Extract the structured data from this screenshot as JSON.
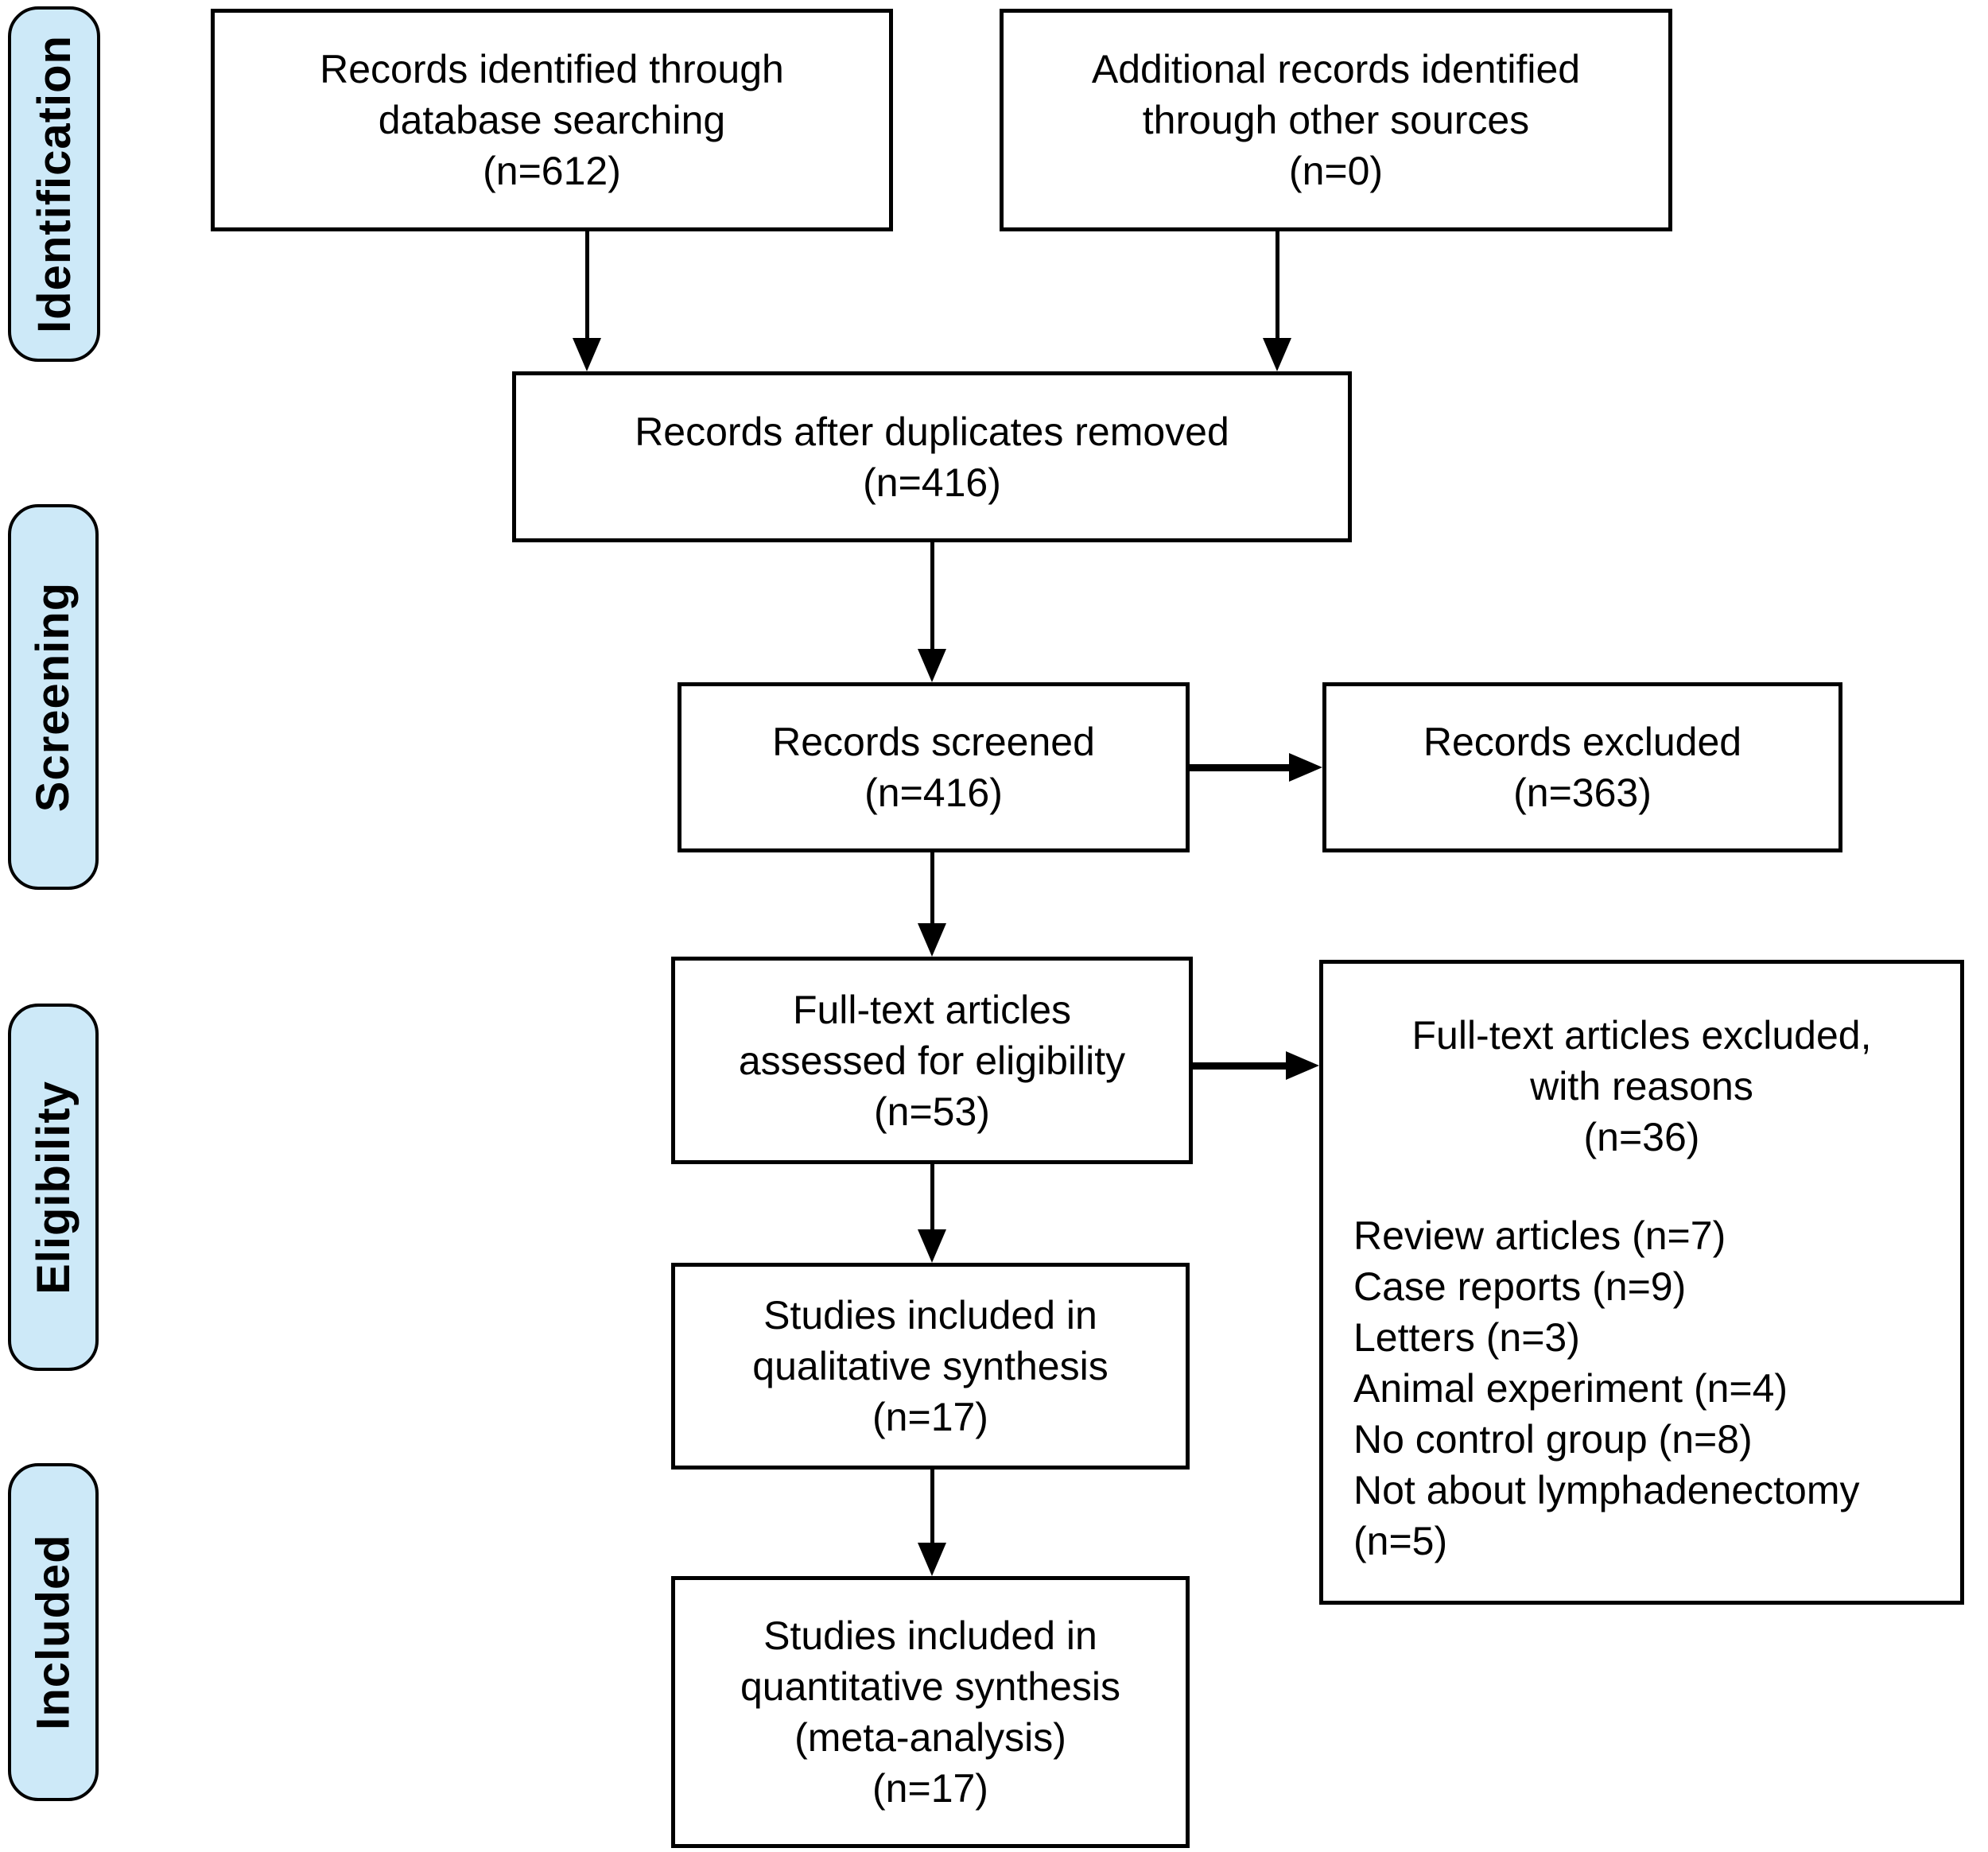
{
  "colors": {
    "stage_fill": "#cde9f8",
    "line": "#000000",
    "box_fill": "#ffffff"
  },
  "stages": {
    "identification": "Identification",
    "screening": "Screening",
    "eligibility": "Eligibility",
    "included": "Included"
  },
  "boxes": {
    "identified": "Records identified through\ndatabase searching\n(n=612)",
    "additional": "Additional records identified\nthrough other sources\n(n=0)",
    "deduplicated": "Records after duplicates removed\n(n=416)",
    "screened": "Records screened\n(n=416)",
    "records_excluded": "Records excluded\n(n=363)",
    "fulltext_assessed": "Full-text articles\nassessed for eligibility\n(n=53)",
    "fulltext_excluded_title": "Full-text articles excluded,\nwith reasons\n(n=36)",
    "qualitative": "Studies included in\nqualitative synthesis\n(n=17)",
    "quantitative": "Studies included in\nquantitative synthesis\n(meta-analysis)\n(n=17)"
  },
  "exclusion_reasons": [
    "Review articles (n=7)",
    "Case reports (n=9)",
    "Letters (n=3)",
    "Animal experiment (n=4)",
    "No control group (n=8)",
    "Not about lymphadenectomy (n=5)"
  ]
}
